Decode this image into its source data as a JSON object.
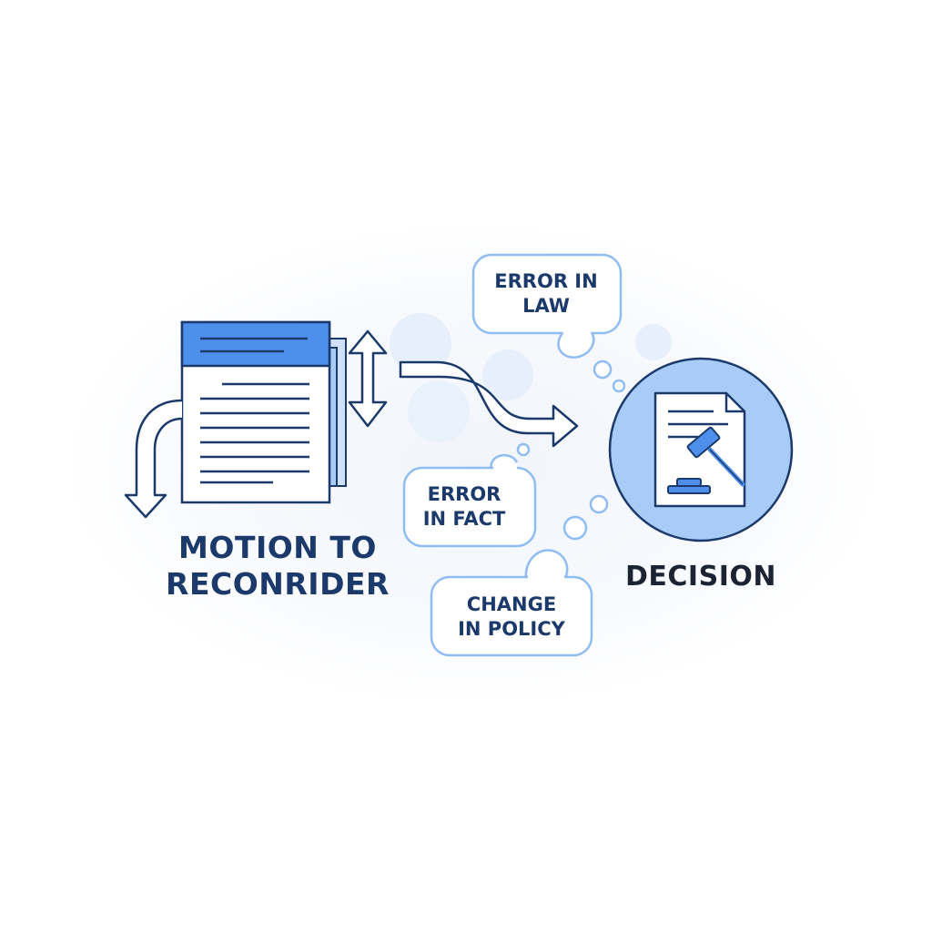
{
  "motion": {
    "label_line1": "MOTION TO",
    "label_line2": "RECONRIDER"
  },
  "decision": {
    "label": "DECISION"
  },
  "bubbles": {
    "error_in_law": {
      "line1": "ERROR IN",
      "line2": "LAW"
    },
    "error_in_fact": {
      "line1": "ERROR",
      "line2": "IN FACT"
    },
    "change_in_policy": {
      "line1": "CHANGE",
      "line2": "IN POLICY"
    }
  },
  "colors": {
    "navy": "#1b3a6b",
    "accent_blue": "#4f8fec",
    "light_blue": "#a9ccf7",
    "pale_blue": "#e6effb",
    "bubble_outline": "#8fbdf2"
  },
  "icons": [
    "document-icon",
    "up-down-arrow-icon",
    "u-turn-arrow-icon",
    "flow-arrow-icon",
    "gavel-icon"
  ]
}
